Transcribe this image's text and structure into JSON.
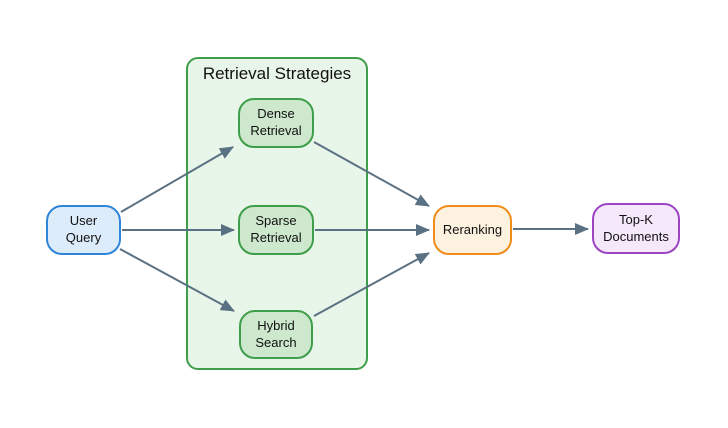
{
  "group": {
    "title": "Retrieval Strategies"
  },
  "nodes": {
    "user_query": {
      "label": "User\nQuery"
    },
    "dense_retrieval": {
      "label": "Dense\nRetrieval"
    },
    "sparse_retrieval": {
      "label": "Sparse\nRetrieval"
    },
    "hybrid_search": {
      "label": "Hybrid\nSearch"
    },
    "reranking": {
      "label": "Reranking"
    },
    "top_k_documents": {
      "label": "Top-K\nDocuments"
    }
  },
  "edges": [
    {
      "from": "user_query",
      "to": "dense_retrieval"
    },
    {
      "from": "user_query",
      "to": "sparse_retrieval"
    },
    {
      "from": "user_query",
      "to": "hybrid_search"
    },
    {
      "from": "dense_retrieval",
      "to": "reranking"
    },
    {
      "from": "sparse_retrieval",
      "to": "reranking"
    },
    {
      "from": "hybrid_search",
      "to": "reranking"
    },
    {
      "from": "reranking",
      "to": "top_k_documents"
    }
  ],
  "colors": {
    "background": "#ffffff",
    "text": "#111111",
    "arrow": "#5a7183",
    "blue_fill": "#ddecfb",
    "blue_border": "#2e86d8",
    "green_fill": "#cde8cd",
    "green_border": "#3f9e4a",
    "group_fill": "#e8f5e9",
    "orange_fill": "#fdf2e0",
    "orange_border": "#f08c19",
    "purple_fill": "#f5e8fa",
    "purple_border": "#9c44c4"
  }
}
